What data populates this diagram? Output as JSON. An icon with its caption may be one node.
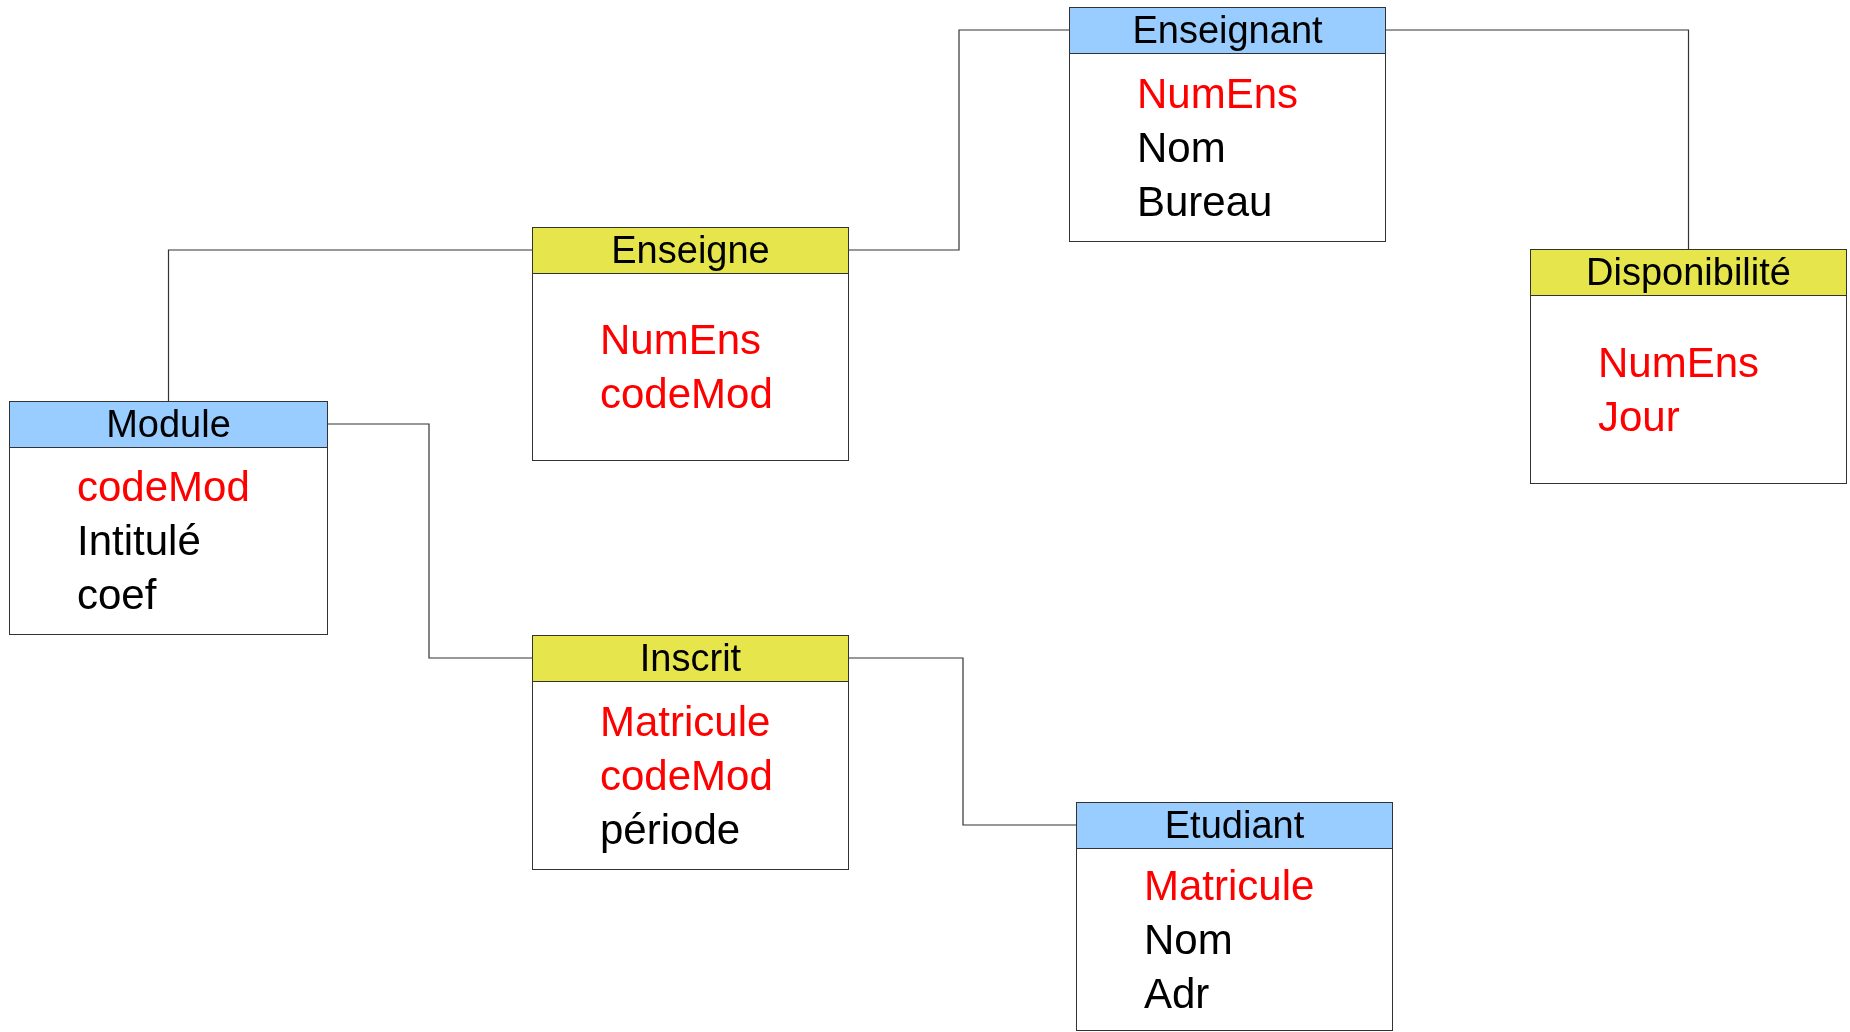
{
  "diagram": {
    "nodes": [
      {
        "text": [
          "Enseignant",
          "NumEns",
          "Nom",
          "Bureau"
        ]
      },
      {
        "text": [
          "Enseigne",
          "NumEns",
          "codeMod"
        ]
      },
      {
        "text": [
          "Disponibilité",
          "NumEns",
          "Jour"
        ]
      },
      {
        "text": [
          "Module",
          "codeMod",
          "Intitulé",
          "coef"
        ]
      },
      {
        "text": [
          "Inscrit",
          "Matricule",
          "codeMod",
          "période"
        ]
      },
      {
        "text": [
          "Etudiant",
          "Matricule",
          "Nom",
          "Adr"
        ]
      }
    ],
    "edges": [
      {
        "from": 1,
        "to": 0,
        "arrow": "none"
      },
      {
        "from": 0,
        "to": 2,
        "arrow": "none"
      },
      {
        "from": 1,
        "to": 3,
        "arrow": "none"
      },
      {
        "from": 3,
        "to": 4,
        "arrow": "none"
      },
      {
        "from": 4,
        "to": 5,
        "arrow": "none"
      }
    ]
  }
}
